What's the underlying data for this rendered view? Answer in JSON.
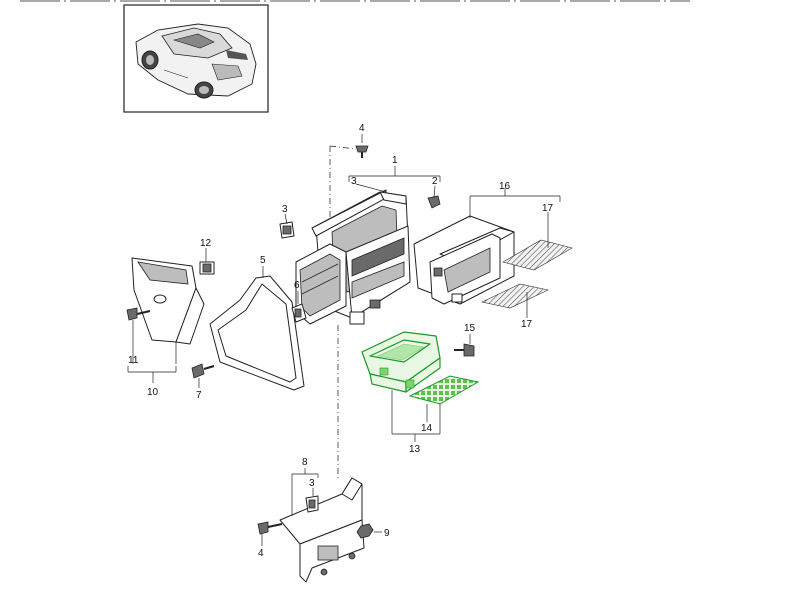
{
  "labels": {
    "l1": "1",
    "l2": "2",
    "l3a": "3",
    "l3b": "3",
    "l3c": "3",
    "l4a": "4",
    "l4b": "4",
    "l5": "5",
    "l6": "6",
    "l7": "7",
    "l8": "8",
    "l9": "9",
    "l10": "10",
    "l11": "11",
    "l12": "12",
    "l13": "13",
    "l14": "14",
    "l15": "15",
    "l16": "16",
    "l17a": "17",
    "l17b": "17"
  },
  "colors": {
    "highlight": "#1c9a25",
    "ink": "#222222"
  },
  "icons": {
    "inset": "car-thumbnail-icon"
  }
}
